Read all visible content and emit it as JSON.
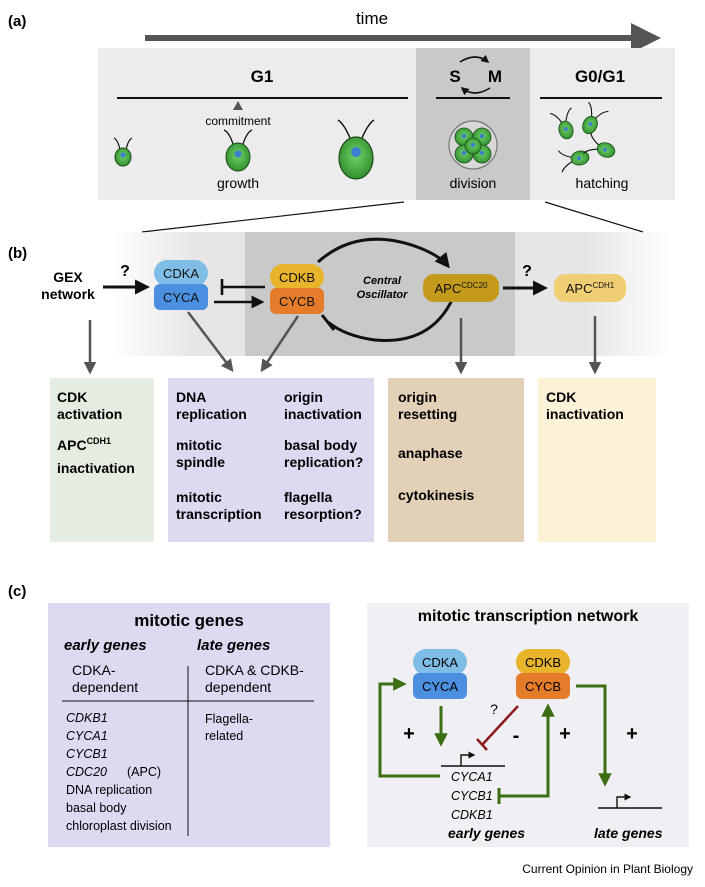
{
  "panel_a": {
    "label": "(a)",
    "time": "time",
    "phases": {
      "g1": "G1",
      "s": "S",
      "m": "M",
      "g0g1": "G0/G1"
    },
    "commitment": "commitment",
    "growth": "growth",
    "division": "division",
    "hatching": "hatching"
  },
  "panel_b": {
    "label": "(b)",
    "gex_line1": "GEX",
    "gex_line2": "network",
    "question": "?",
    "cdka": "CDKA",
    "cyca": "CYCA",
    "cdkb": "CDKB",
    "cycb": "CYCB",
    "central_line1": "Central",
    "central_line2": "Oscillator",
    "apc": "APC",
    "cdc20_sup": "CDC20",
    "cdh1_sup": "CDH1",
    "box1": {
      "l1": "CDK",
      "l2": "activation",
      "l3": "APC",
      "l3sup": "CDH1",
      "l4": "inactivation"
    },
    "box2": {
      "left": [
        "DNA",
        "replication",
        "mitotic",
        "spindle",
        "mitotic",
        "transcription"
      ],
      "right": [
        "origin",
        "inactivation",
        "basal body",
        "replication?",
        "flagella",
        "resorption?"
      ]
    },
    "box3": {
      "l1": "origin",
      "l2": "resetting",
      "l3": "anaphase",
      "l4": "cytokinesis"
    },
    "box4": {
      "l1": "CDK",
      "l2": "inactivation"
    }
  },
  "panel_c": {
    "label": "(c)",
    "left_title": "mitotic genes",
    "early_header": "early genes",
    "late_header": "late genes",
    "early_dep1": "CDKA-",
    "early_dep2": "dependent",
    "late_dep1": "CDKA & CDKB-",
    "late_dep2": "dependent",
    "early_genes": [
      "CDKB1",
      "CYCA1",
      "CYCB1",
      "CDC20"
    ],
    "apc_note": "(APC)",
    "early_other": [
      "DNA replication",
      "basal body",
      "chloroplast division"
    ],
    "late_list1": "Flagella-",
    "late_list2": "related",
    "right_title": "mitotic transcription network",
    "cdka": "CDKA",
    "cyca": "CYCA",
    "cdkb": "CDKB",
    "cycb": "CYCB",
    "plus": "+",
    "minus": "-",
    "question": "?",
    "net_genes": [
      "CYCA1",
      "CYCB1",
      "CDKB1"
    ],
    "early_genes_label": "early genes",
    "late_genes_label": "late genes"
  },
  "footer": "Current Opinion in Plant Biology",
  "colors": {
    "cdka": "#7fbde6",
    "cyca": "#4a8fe0",
    "cdkb": "#e8b42c",
    "cycb": "#e47c2a",
    "apc_cdc20": "#c49a1b",
    "apc_cdh1": "#f0cf74",
    "arrow_green": "#3c6e14",
    "inhibit_red": "#8b1a1a",
    "box_green": "#e5ece0",
    "box_lavender": "#dcdaf0",
    "box_tan": "#e2d1b7",
    "box_cream": "#fcf2d8"
  }
}
